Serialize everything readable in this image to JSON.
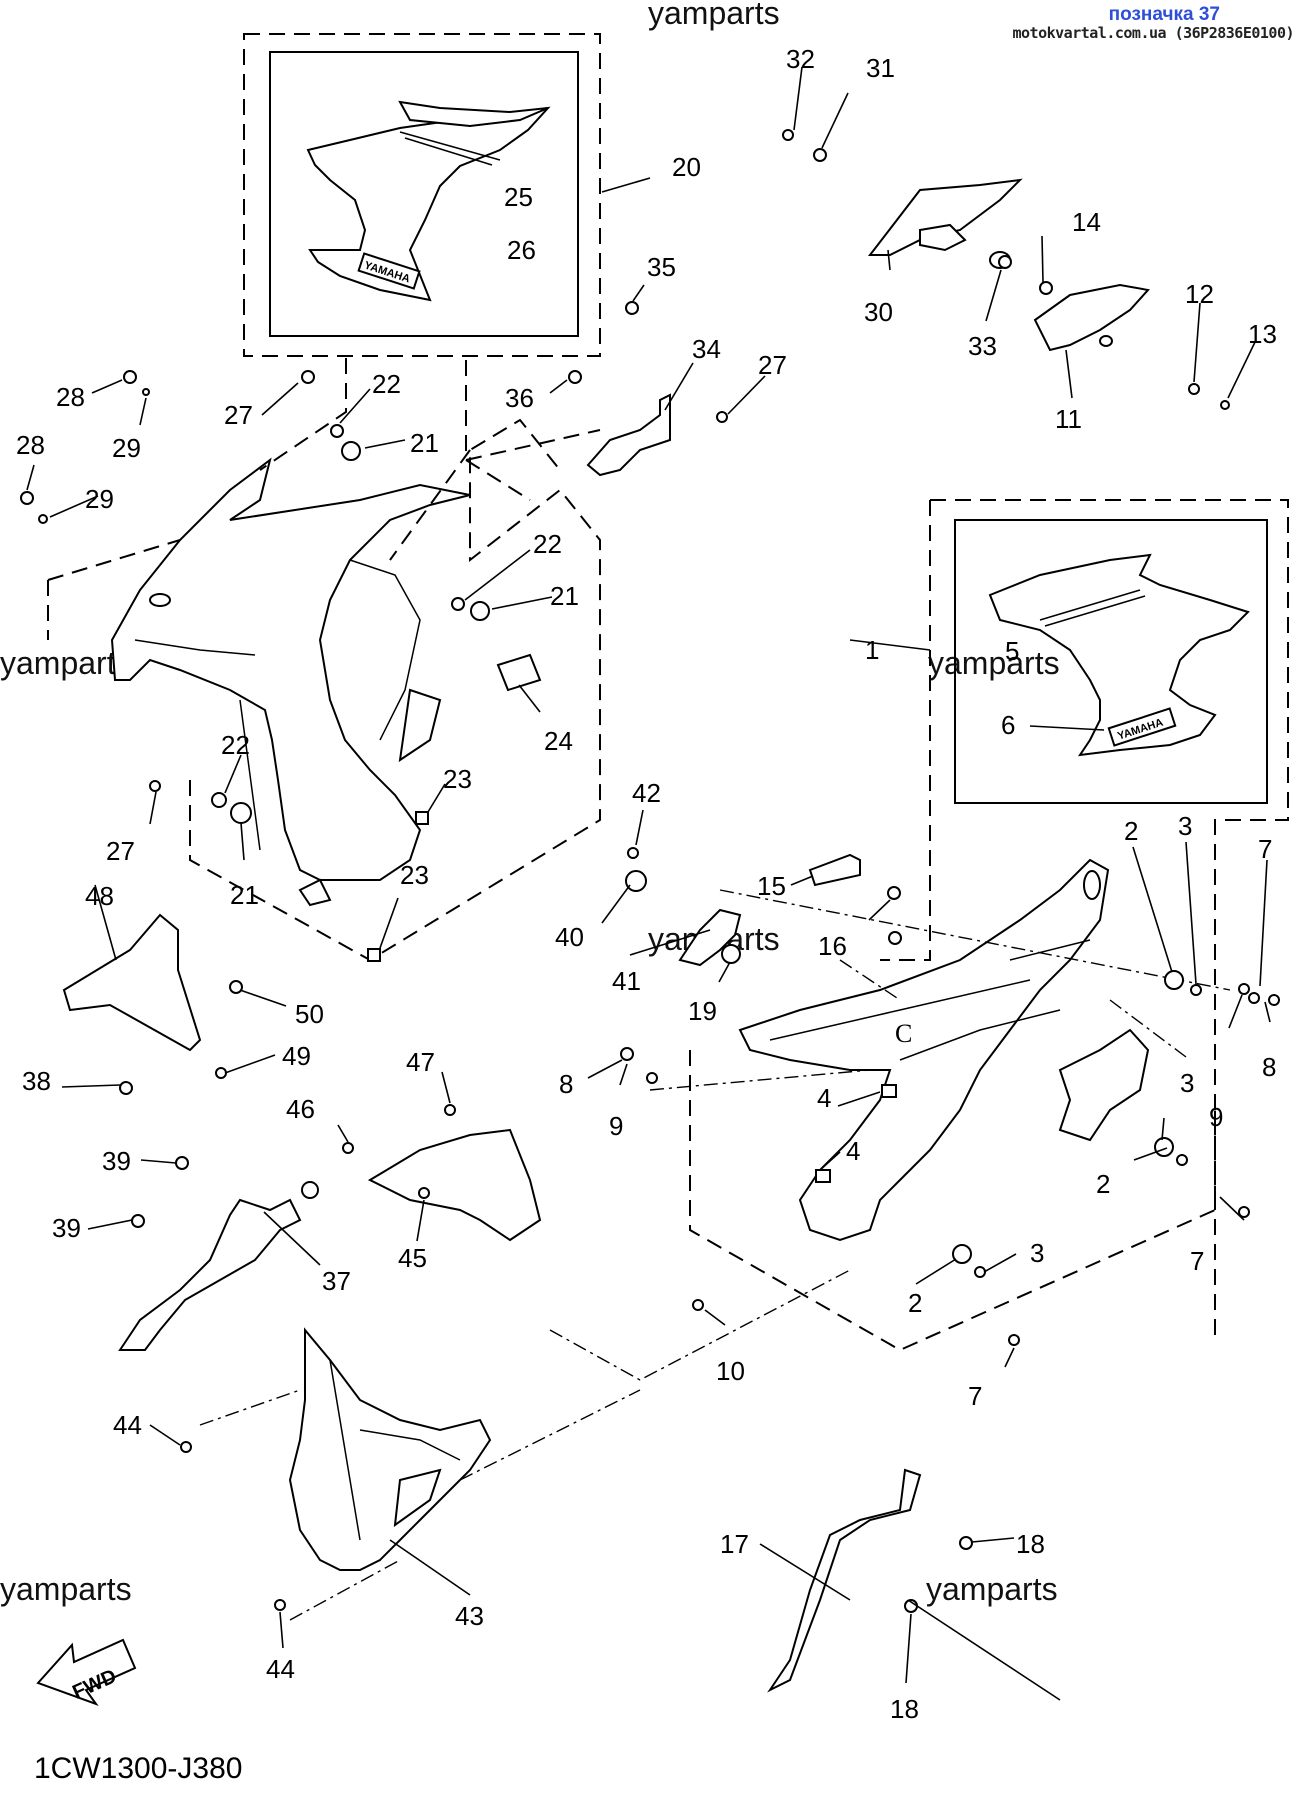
{
  "header": {
    "title": "позначка 37",
    "subtitle": "motokvartal.com.ua (36P2836E0100)"
  },
  "watermark": "yamparts",
  "diagram_code": "1CW1300-J380",
  "fwd_label": "FWD",
  "decal_text": "YAMAHA",
  "part_numbers": [
    "1",
    "2",
    "3",
    "4",
    "5",
    "6",
    "7",
    "8",
    "9",
    "10",
    "11",
    "12",
    "13",
    "14",
    "15",
    "16",
    "17",
    "18",
    "19",
    "20",
    "21",
    "22",
    "23",
    "24",
    "25",
    "26",
    "27",
    "28",
    "29",
    "30",
    "31",
    "32",
    "33",
    "34",
    "35",
    "36",
    "37",
    "38",
    "39",
    "40",
    "41",
    "42",
    "43",
    "44",
    "45",
    "46",
    "47",
    "48",
    "49",
    "50"
  ]
}
